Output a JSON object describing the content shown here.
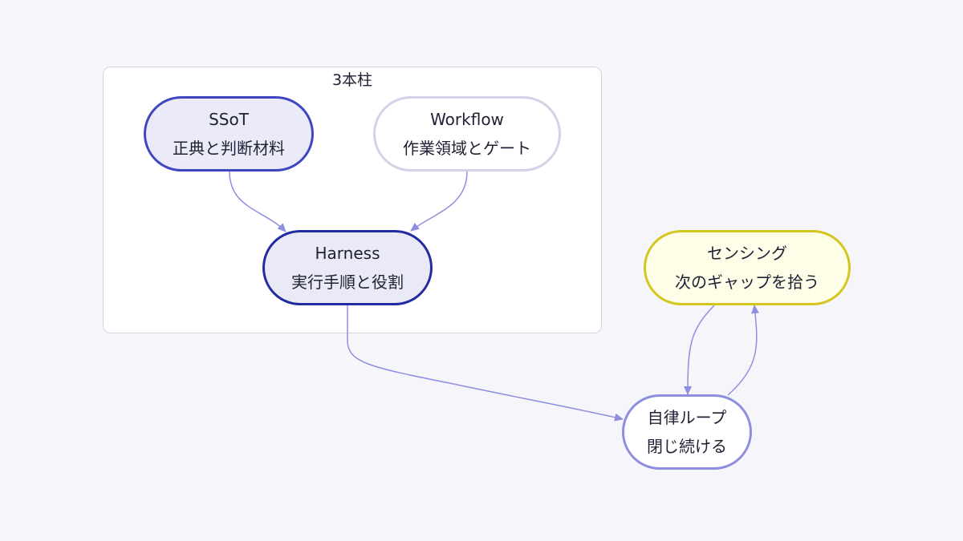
{
  "group": {
    "title": "3本柱"
  },
  "nodes": {
    "ssot": {
      "line1": "SSoT",
      "line2": "正典と判断材料"
    },
    "workflow": {
      "line1": "Workflow",
      "line2": "作業領域とゲート"
    },
    "harness": {
      "line1": "Harness",
      "line2": "実行手順と役割"
    },
    "sensing": {
      "line1": "センシング",
      "line2": "次のギャップを拾う"
    },
    "loop": {
      "line1": "自律ループ",
      "line2": "閉じ続ける"
    }
  },
  "colors": {
    "background": "#f6f6fa",
    "edge": "#8e8edf",
    "ssot_border": "#3f47c0",
    "harness_border": "#222ba0",
    "workflow_border": "#d3d2e6",
    "sensing_border": "#d4c51f",
    "loop_border": "#8e8edf"
  }
}
